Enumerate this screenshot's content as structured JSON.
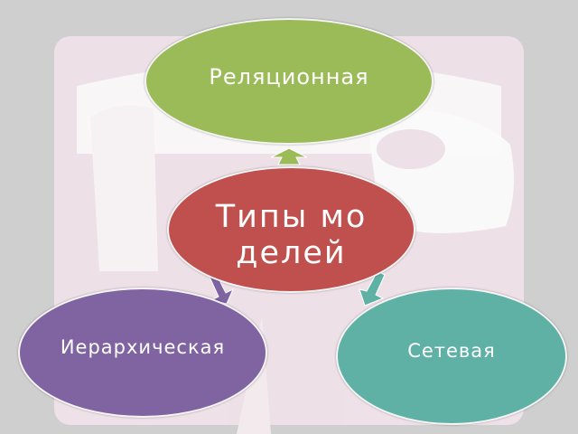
{
  "diagram": {
    "center": {
      "label": "Типы моделей",
      "color": "#c0504d"
    },
    "top": {
      "label": "Реляционная",
      "color": "#9bbb59"
    },
    "left": {
      "label": "Иерархическая",
      "color": "#8064a2"
    },
    "right": {
      "label": "Сетевая",
      "color": "#5fb0a5"
    }
  }
}
